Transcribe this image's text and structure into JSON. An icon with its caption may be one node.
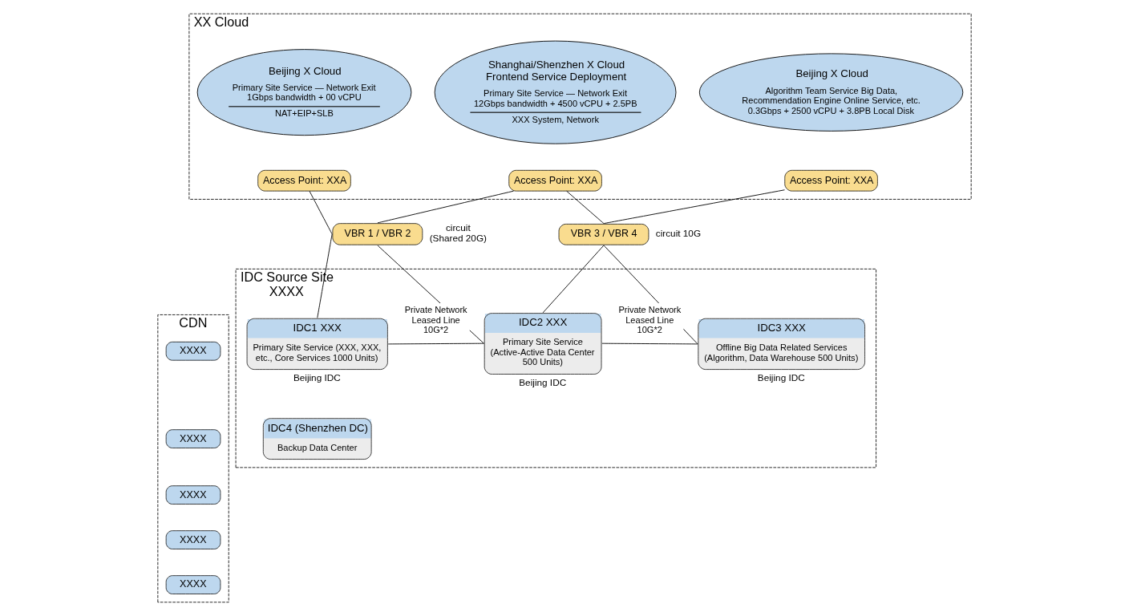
{
  "diagram": {
    "nodes": [
      {
        "text": [
          "XX Cloud"
        ]
      },
      {
        "text": [
          "Beijing X Cloud",
          "Primary Site Service — Network Exit 1Gbps bandwidth + 00 vCPU",
          "NAT+EIP+SLB"
        ],
        "in": 0
      },
      {
        "text": [
          "Shanghai/Shenzhen X Cloud Frontend Service Deployment",
          "Primary Site Service — Network Exit 12Gbps bandwidth + 4500 vCPU + 2.5PB",
          "XXX System, Network"
        ],
        "in": 0
      },
      {
        "text": [
          "Beijing X Cloud",
          "Algorithm Team Service Big Data, Recommendation Engine Online Service, etc. 0.3Gbps + 2500 vCPU + 3.8PB Local Disk"
        ],
        "in": 0
      },
      {
        "text": [
          "Access Point: XXA"
        ],
        "in": 0
      },
      {
        "text": [
          "Access Point: XXA"
        ],
        "in": 0
      },
      {
        "text": [
          "Access Point: XXA"
        ],
        "in": 0
      },
      {
        "text": [
          "VBR 1 / VBR 2"
        ],
        "beside": [
          "circuit (Shared 20G)"
        ]
      },
      {
        "text": [
          "VBR 3 / VBR 4"
        ],
        "beside": [
          "circuit 10G"
        ]
      },
      {
        "text": [
          "CDN"
        ]
      },
      {
        "text": [
          "XXXX"
        ],
        "in": 9
      },
      {
        "text": [
          "XXXX"
        ],
        "in": 9
      },
      {
        "text": [
          "XXXX"
        ],
        "in": 9
      },
      {
        "text": [
          "XXXX"
        ],
        "in": 9
      },
      {
        "text": [
          "XXXX"
        ],
        "in": 9
      },
      {
        "text": [
          "IDC Source Site XXXX"
        ]
      },
      {
        "text": [
          "IDC1 XXX",
          "Primary Site Service (XXX, XXX, etc., Core Services 1000 Units)"
        ],
        "in": 15,
        "beside": [
          "Beijing IDC"
        ]
      },
      {
        "text": [
          "IDC2 XXX",
          "Primary Site Service (Active-Active Data Center 500 Units)"
        ],
        "in": 15,
        "beside": [
          "Beijing IDC"
        ]
      },
      {
        "text": [
          "IDC3 XXX",
          "Offline Big Data Related Services (Algorithm, Data Warehouse 500 Units)"
        ],
        "in": 15,
        "beside": [
          "Beijing IDC"
        ]
      },
      {
        "text": [
          "IDC4 (Shenzhen DC)",
          "Backup Data Center"
        ],
        "in": 15
      }
    ],
    "edges": [
      {
        "from": 4,
        "to": 7,
        "arrow": "none"
      },
      {
        "from": 5,
        "to": 7,
        "arrow": "none"
      },
      {
        "from": 5,
        "to": 8,
        "arrow": "none"
      },
      {
        "from": 6,
        "to": 8,
        "arrow": "none"
      },
      {
        "from": 7,
        "to": 16,
        "arrow": "none"
      },
      {
        "from": 7,
        "to": 17,
        "arrow": "none"
      },
      {
        "from": 8,
        "to": 17,
        "arrow": "none"
      },
      {
        "from": 8,
        "to": 18,
        "arrow": "none"
      },
      {
        "from": 16,
        "to": 17,
        "arrow": "none",
        "label": "Private Network Leased Line 10G*2"
      },
      {
        "from": 17,
        "to": 18,
        "arrow": "none",
        "label": "Private Network Leased Line 10G*2"
      }
    ]
  }
}
